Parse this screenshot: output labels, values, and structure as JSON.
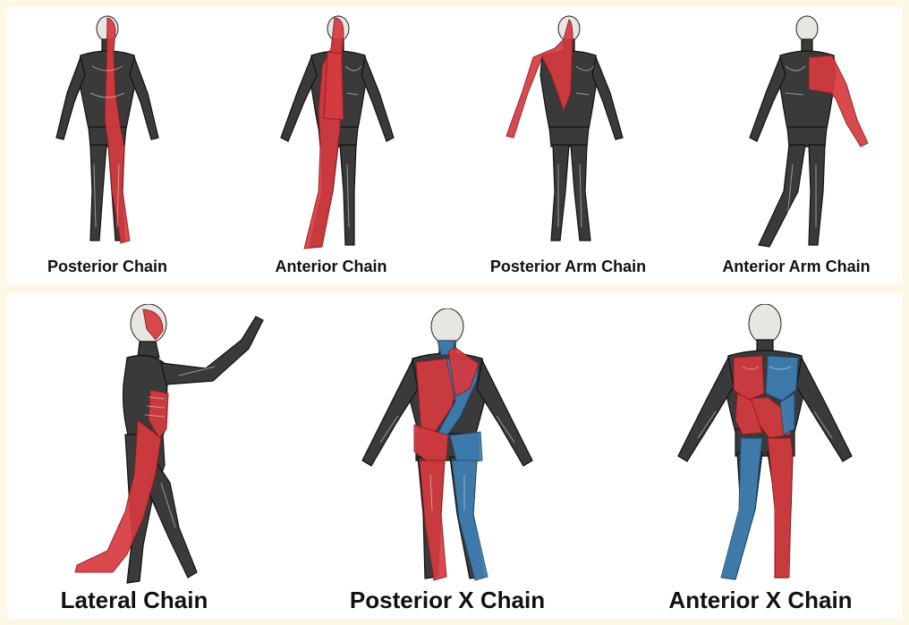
{
  "panels": {
    "top": {
      "figures": [
        {
          "label": "Posterior Chain",
          "highlight_color": "#d63a3f"
        },
        {
          "label": "Anterior Chain",
          "highlight_color": "#d63a3f"
        },
        {
          "label": "Posterior Arm Chain",
          "highlight_color": "#d63a3f"
        },
        {
          "label": "Anterior Arm Chain",
          "highlight_color": "#d63a3f"
        }
      ]
    },
    "bottom": {
      "figures": [
        {
          "label": "Lateral Chain",
          "highlight_color": "#d63a3f"
        },
        {
          "label": "Posterior X Chain",
          "highlight_colors": [
            "#d63a3f",
            "#3e7fb3"
          ]
        },
        {
          "label": "Anterior X Chain",
          "highlight_colors": [
            "#d63a3f",
            "#3e7fb3"
          ]
        }
      ]
    }
  },
  "colors": {
    "background": "#fdf8e6",
    "panel": "#ffffff",
    "red": "#d63a3f",
    "blue": "#3e7fb3"
  }
}
